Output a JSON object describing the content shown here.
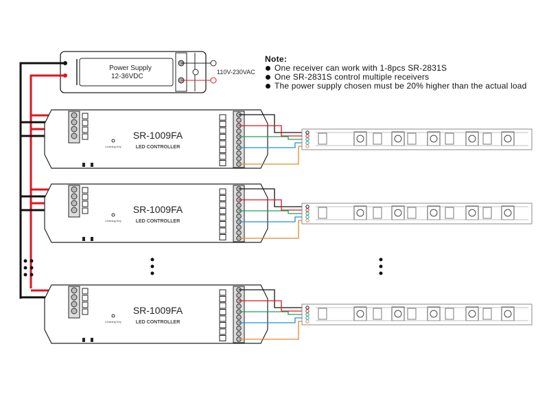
{
  "power_supply": {
    "label": "Power Supply",
    "voltage": "12-36VDC",
    "ac_input": "110V-230VAC"
  },
  "note": {
    "title": "Note:",
    "items": [
      "One receiver can work with 1-8pcs SR-2831S",
      "One SR-2831S control multiple receivers",
      "The power supply chosen must be 20% higher than the actual load"
    ]
  },
  "controller": {
    "model": "SR-1009FA",
    "subtitle": "LED CONTROLLER",
    "learning_key": "Learning Key"
  },
  "controllers_shown": 3,
  "colors": {
    "red": "#e0141e",
    "black": "#111111",
    "green": "#1aa05a",
    "blue": "#1e8fd6",
    "orange": "#e8862a"
  }
}
